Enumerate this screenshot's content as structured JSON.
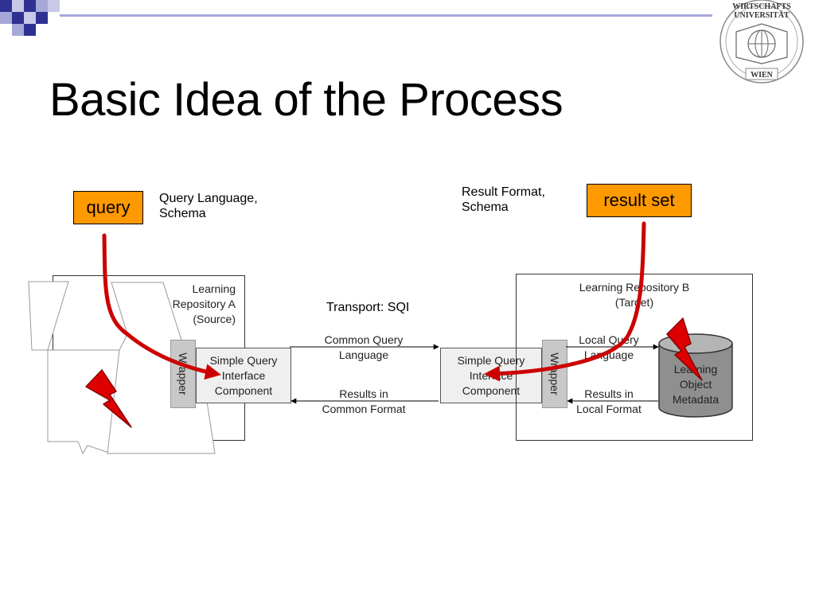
{
  "slide": {
    "title": "Basic Idea of the Process",
    "logo": {
      "line1": "WIRTSCHAFTS",
      "line2": "UNIVERSITÄT",
      "line3": "WIEN"
    }
  },
  "inputs": {
    "query_label": "query",
    "query_note_line1": "Query Language,",
    "query_note_line2": "Schema",
    "result_label": "result set",
    "result_note_line1": "Result Format,",
    "result_note_line2": "Schema"
  },
  "diagram": {
    "repo_a": {
      "line1": "Learning",
      "line2": "Repository A",
      "line3": "(Source)"
    },
    "repo_b": {
      "line1": "Learning Repository B",
      "line2": "(Target)"
    },
    "transport": "Transport: SQI",
    "sqi_a": {
      "line1": "Simple Query",
      "line2": "Interface",
      "line3": "Component"
    },
    "sqi_b": {
      "line1": "Simple Query",
      "line2": "Interface",
      "line3": "Component"
    },
    "wrapper_a": "Wrapper",
    "wrapper_b": "Wrapper",
    "common_query": {
      "line1": "Common Query",
      "line2": "Language"
    },
    "results_common": {
      "line1": "Results in",
      "line2": "Common Format"
    },
    "local_query": {
      "line1": "Local Query",
      "line2": "Language"
    },
    "results_local": {
      "line1": "Results in",
      "line2": "Local Format"
    },
    "metadata": {
      "line1": "Learning",
      "line2": "Object",
      "line3": "Metadata"
    }
  },
  "colors": {
    "accent_blue": "#2e3192",
    "light_blue": "#a6a8d8",
    "orange": "#ff9900",
    "arrow_red": "#cc0000",
    "bolt_red": "#dd0000"
  },
  "icons": [
    "lightning-bolt-icon",
    "university-seal-icon"
  ]
}
